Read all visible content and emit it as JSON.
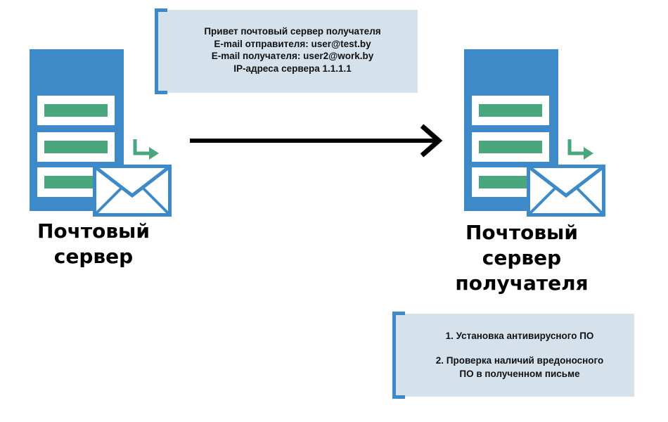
{
  "callout_headers": {
    "lines": [
      "Привет почтовый сервер получателя",
      "E-mail отправителя: user@test.by",
      "E-mail получателя: user2@work.by",
      "IP-адреса сервера 1.1.1.1"
    ]
  },
  "callout_checks": {
    "item1": "1. Установка антивирусного ПО",
    "item2_line1": "2. Проверка наличий вредоносного",
    "item2_line2": "ПО в полученном письме"
  },
  "sender": {
    "label_line1": "Почтовый",
    "label_line2": "сервер"
  },
  "receiver": {
    "label_line1": "Почтовый",
    "label_line2": "сервер",
    "label_line3": "получателя"
  },
  "icons": {
    "server": "server-icon",
    "envelope": "envelope-icon",
    "turn_arrow": "turn-arrow-icon",
    "main_arrow": "arrow-right-icon"
  },
  "colors": {
    "server_blue": "#3e8ac8",
    "bar_green": "#4aa67c",
    "callout_bg": "#d5e2ec"
  }
}
